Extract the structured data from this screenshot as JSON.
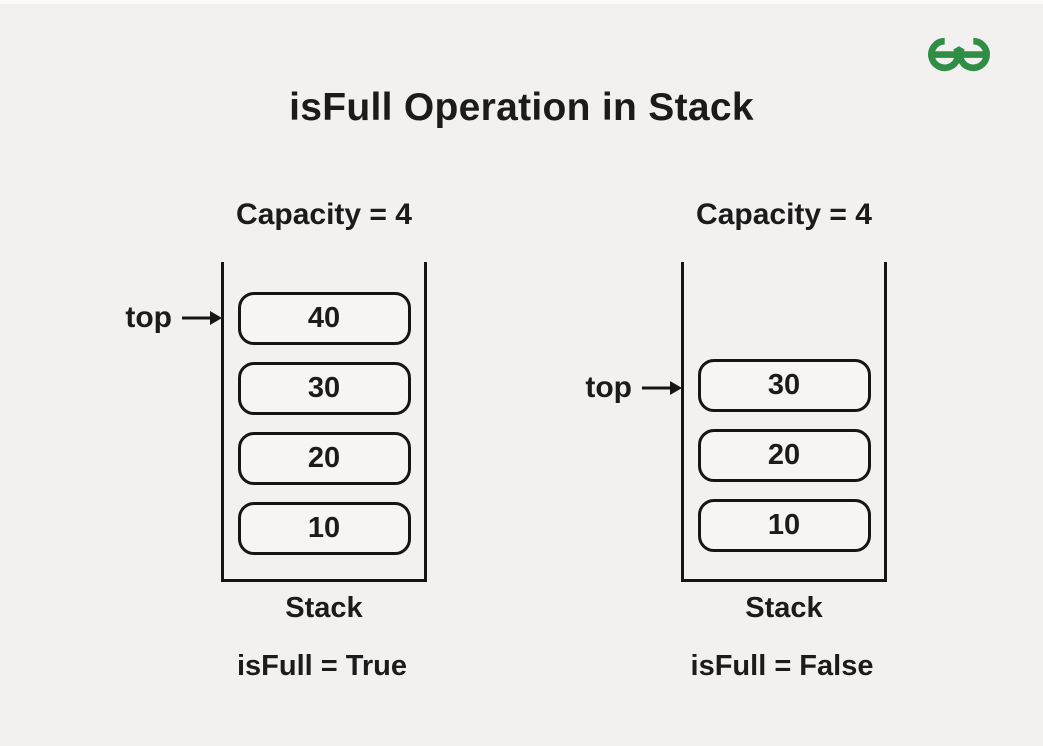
{
  "page": {
    "title": "isFull Operation in Stack",
    "background_color": "#f2f1f0",
    "text_color": "#1b1b1b",
    "outline_color": "#151515"
  },
  "logo": {
    "name": "geeksforgeeks-logo",
    "color": "#2f8d46"
  },
  "diagrams": [
    {
      "capacity_label": "Capacity = 4",
      "top_pointer_label": "top",
      "items": [
        "40",
        "30",
        "20",
        "10"
      ],
      "stack_label": "Stack",
      "result_label": "isFull = True"
    },
    {
      "capacity_label": "Capacity = 4",
      "top_pointer_label": "top",
      "items": [
        "30",
        "20",
        "10"
      ],
      "stack_label": "Stack",
      "result_label": "isFull = False"
    }
  ]
}
